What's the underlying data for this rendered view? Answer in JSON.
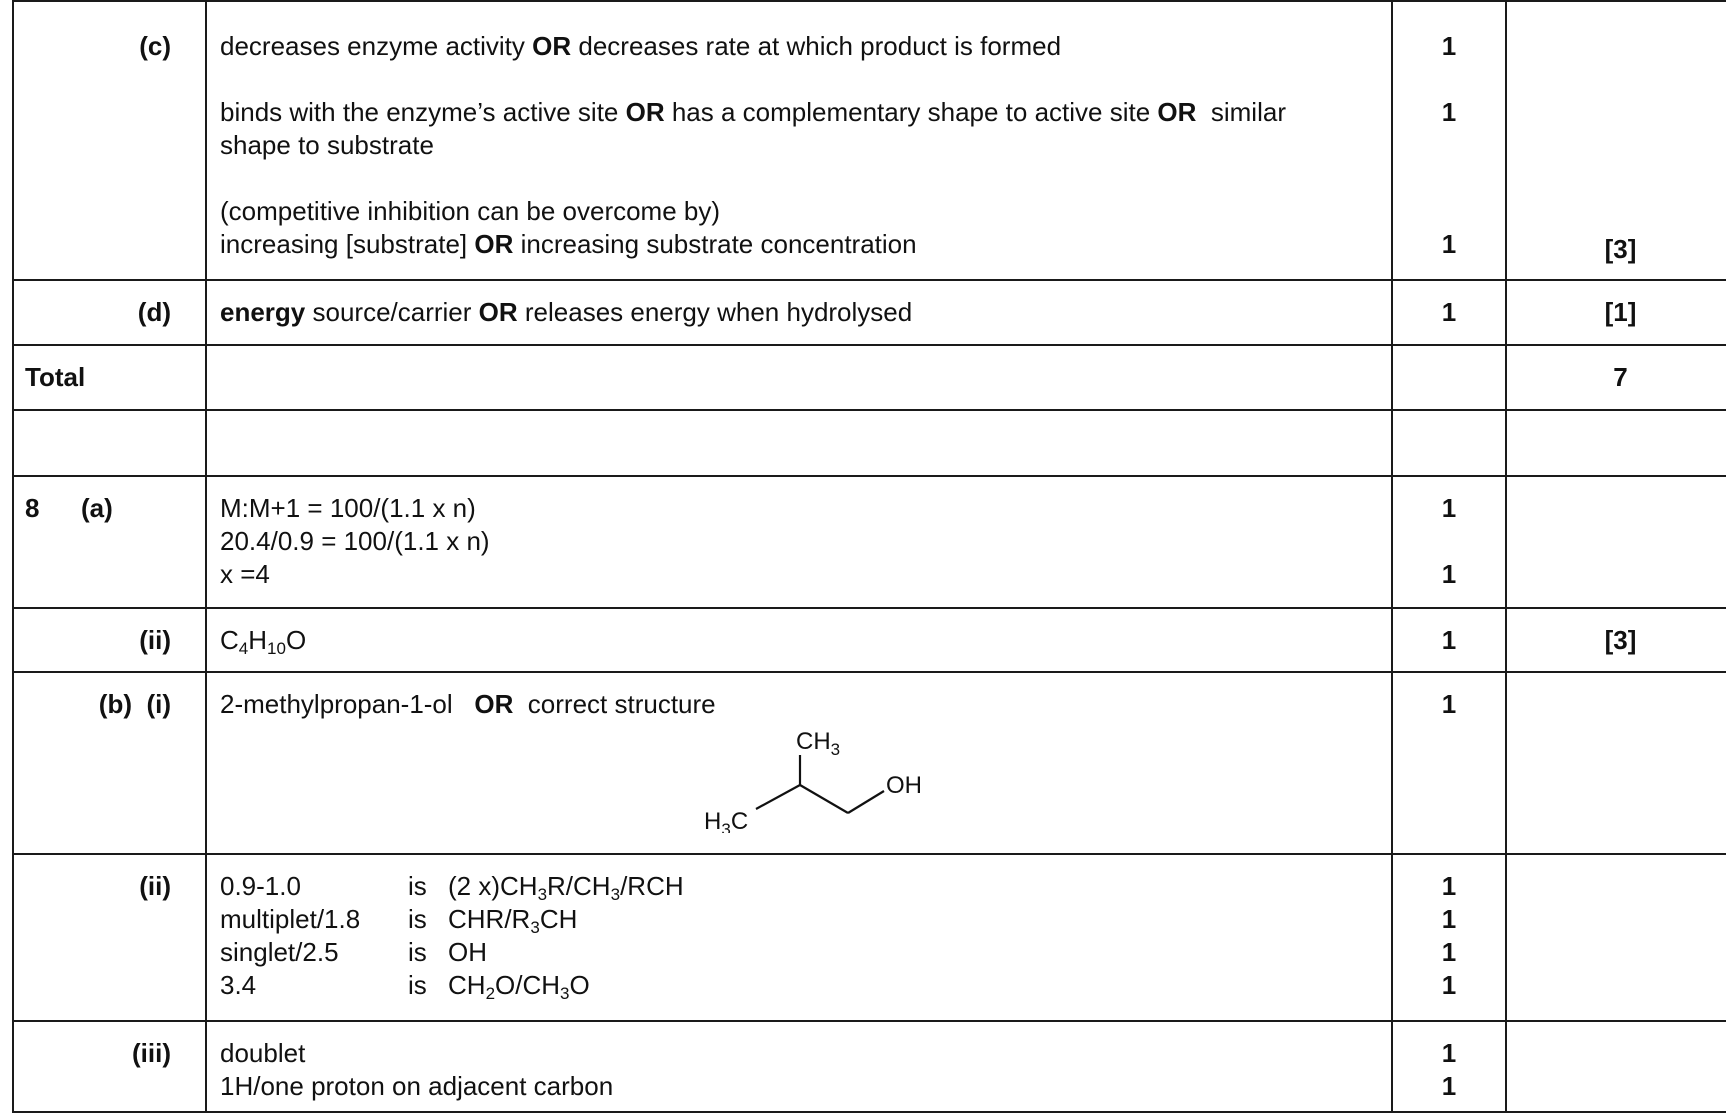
{
  "rows": {
    "c": {
      "label": "(c)",
      "line1_a": "decreases enzyme activity ",
      "line1_or": "OR",
      "line1_b": " decreases rate at which product is formed",
      "line2_a": "binds with the enzyme’s active site ",
      "line2_or1": "OR",
      "line2_b": " has a complementary shape to active site ",
      "line2_or2": "OR",
      "line2_c": "  similar",
      "line2_d": "shape to substrate",
      "line3": "(competitive inhibition can be overcome by)",
      "line4_a": "increasing [substrate] ",
      "line4_or": "OR",
      "line4_b": " increasing substrate concentration",
      "mark1": "1",
      "mark2": "1",
      "mark3": "1",
      "total": "[3]"
    },
    "d": {
      "label": "(d)",
      "bold_a": "energy",
      "text_a": " source/carrier ",
      "or": "OR",
      "text_b": " releases energy when hydrolysed",
      "mark": "1",
      "total": "[1]"
    },
    "total": {
      "label": "Total",
      "value": "7"
    },
    "q8a": {
      "number": "8",
      "label": "(a)",
      "line1": "M:M+1 = 100/(1.1 x n)",
      "line2": "20.4/0.9 = 100/(1.1 x n)",
      "line3": "x =4",
      "mark1": "1",
      "mark2": "1"
    },
    "q8a_ii": {
      "label": "(ii)",
      "formula_c": "C",
      "formula_c_sub": "4",
      "formula_h": "H",
      "formula_h_sub": "10",
      "formula_o": "O",
      "mark": "1",
      "total": "[3]"
    },
    "q8b_i": {
      "label_b": "(b)",
      "label_i": "(i)",
      "text_a": "2-methylpropan-1-ol   ",
      "or": "OR",
      "text_b": "  correct structure",
      "struct_ch": "CH",
      "struct_ch_sub": "3",
      "struct_oh": "OH",
      "struct_h": "H",
      "struct_h_sub": "3",
      "struct_c": "C",
      "mark": "1"
    },
    "q8b_ii": {
      "label": "(ii)",
      "r1_a": "0.9-1.0",
      "r1_is": "is",
      "r1_b1": "(2 x)CH",
      "r1_b1_sub": "3",
      "r1_b2": "R/CH",
      "r1_b2_sub": "3",
      "r1_b3": "/RCH",
      "r2_a": "multiplet/1.8",
      "r2_is": "is",
      "r2_b1": "CHR/R",
      "r2_b1_sub": "3",
      "r2_b2": "CH",
      "r3_a": "singlet/2.5",
      "r3_is": "is",
      "r3_b": "OH",
      "r4_a": "3.4",
      "r4_is": "is",
      "r4_b1": "CH",
      "r4_b1_sub": "2",
      "r4_b2": "O/CH",
      "r4_b2_sub": "3",
      "r4_b3": "O",
      "mark1": "1",
      "mark2": "1",
      "mark3": "1",
      "mark4": "1"
    },
    "q8b_iii": {
      "label": "(iii)",
      "line1": "doublet",
      "line2": "1H/one proton on adjacent carbon",
      "mark1": "1",
      "mark2": "1"
    }
  }
}
